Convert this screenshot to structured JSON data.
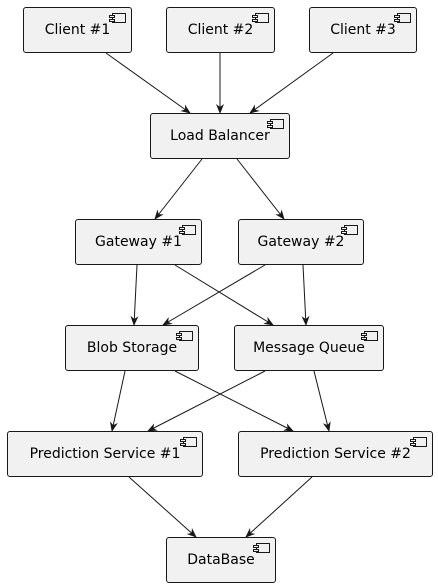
{
  "diagram": {
    "type": "component-diagram",
    "nodes": [
      {
        "id": "client1",
        "label": "Client #1"
      },
      {
        "id": "client2",
        "label": "Client #2"
      },
      {
        "id": "client3",
        "label": "Client #3"
      },
      {
        "id": "lb",
        "label": "Load Balancer"
      },
      {
        "id": "gw1",
        "label": "Gateway #1"
      },
      {
        "id": "gw2",
        "label": "Gateway #2"
      },
      {
        "id": "blob",
        "label": "Blob Storage"
      },
      {
        "id": "mq",
        "label": "Message Queue"
      },
      {
        "id": "ps1",
        "label": "Prediction Service #1"
      },
      {
        "id": "ps2",
        "label": "Prediction Service #2"
      },
      {
        "id": "db",
        "label": "DataBase"
      }
    ],
    "edges": [
      {
        "from": "client1",
        "to": "lb"
      },
      {
        "from": "client2",
        "to": "lb"
      },
      {
        "from": "client3",
        "to": "lb"
      },
      {
        "from": "lb",
        "to": "gw1"
      },
      {
        "from": "lb",
        "to": "gw2"
      },
      {
        "from": "gw1",
        "to": "blob"
      },
      {
        "from": "gw1",
        "to": "mq"
      },
      {
        "from": "gw2",
        "to": "blob"
      },
      {
        "from": "gw2",
        "to": "mq"
      },
      {
        "from": "blob",
        "to": "ps1"
      },
      {
        "from": "blob",
        "to": "ps2"
      },
      {
        "from": "mq",
        "to": "ps1"
      },
      {
        "from": "mq",
        "to": "ps2"
      },
      {
        "from": "ps1",
        "to": "db"
      },
      {
        "from": "ps2",
        "to": "db"
      }
    ],
    "colors": {
      "node_fill": "#f1f1f1",
      "node_border": "#181818",
      "edge": "#181818",
      "text": "#000000"
    }
  }
}
